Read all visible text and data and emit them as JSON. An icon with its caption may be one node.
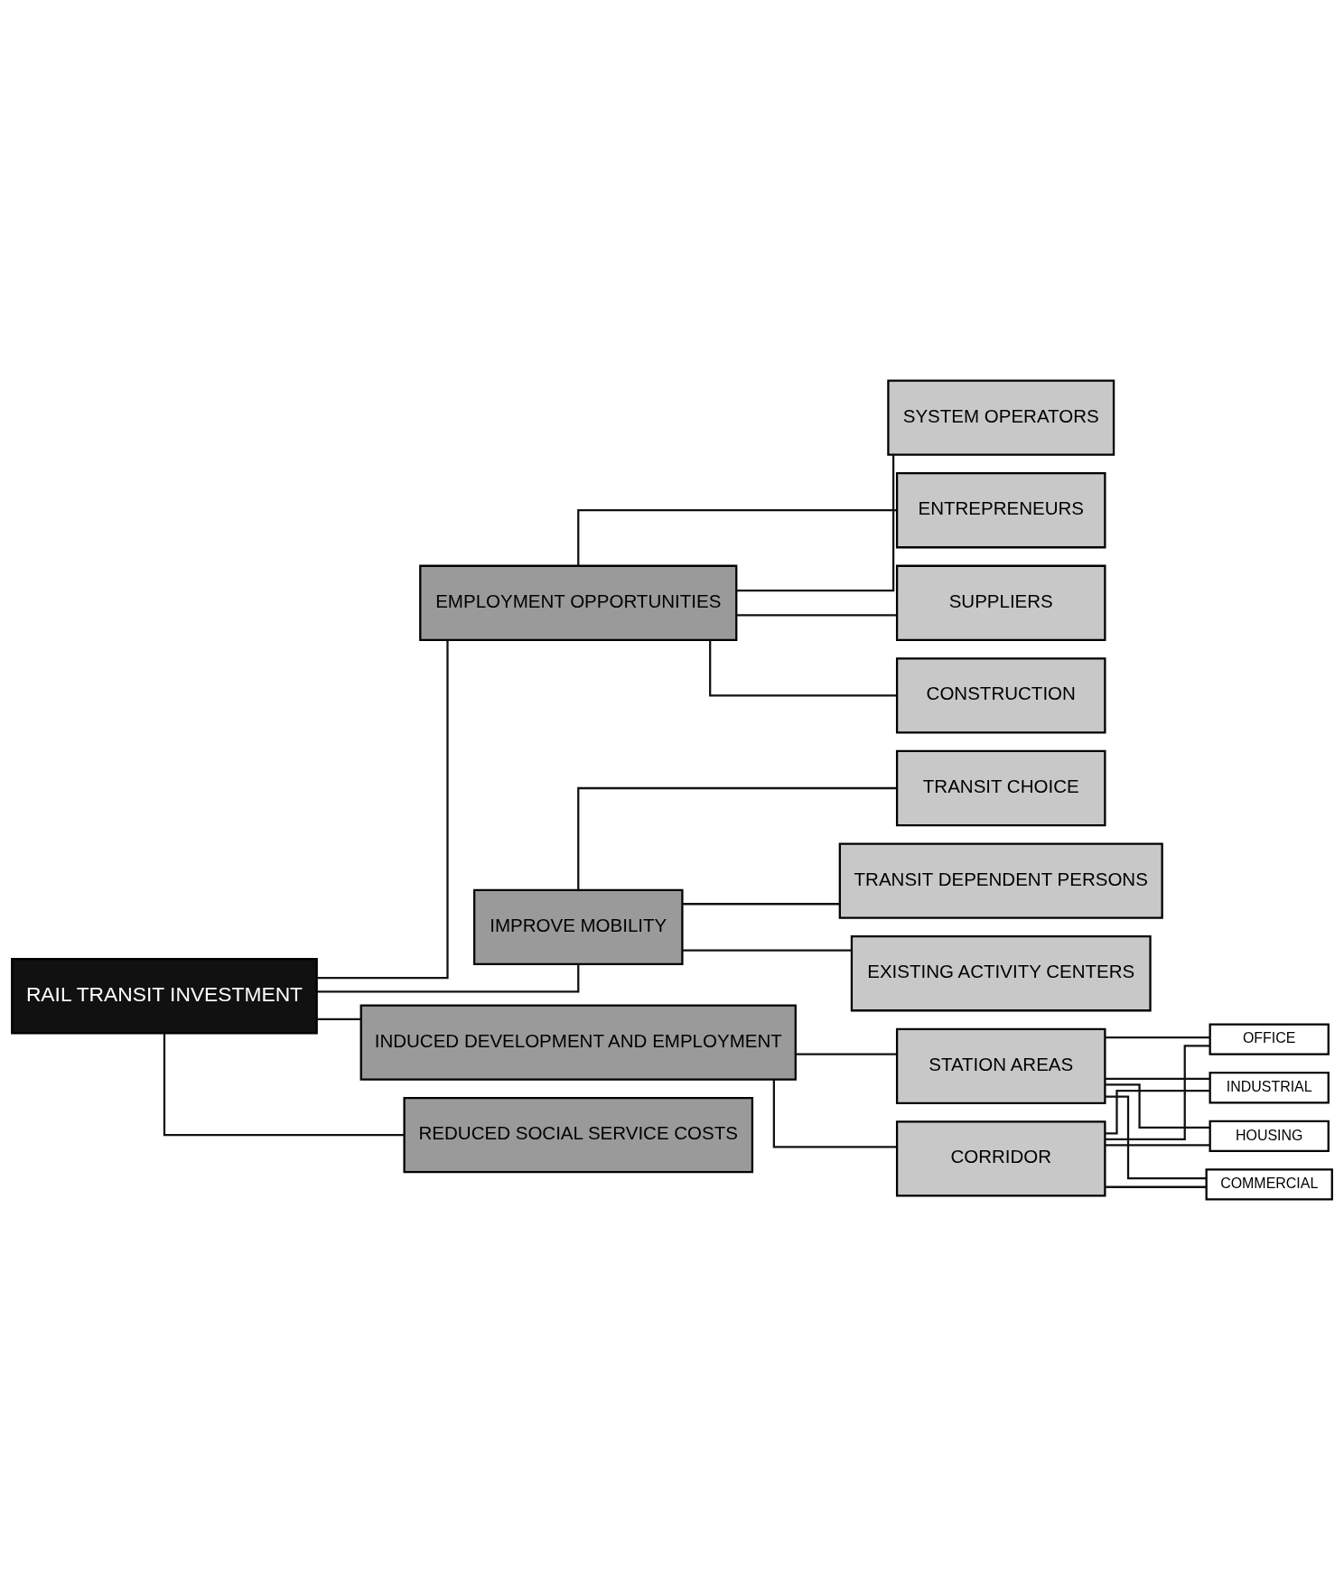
{
  "diagram": {
    "nodes": [
      {
        "text": [
          "RAIL TRANSIT INVESTMENT"
        ]
      },
      {
        "text": [
          "EMPLOYMENT OPPORTUNITIES"
        ]
      },
      {
        "text": [
          "CONSTRUCTION"
        ]
      },
      {
        "text": [
          "SYSTEM OPERATORS"
        ]
      },
      {
        "text": [
          "ENTREPRENEURS"
        ]
      },
      {
        "text": [
          "SUPPLIERS"
        ]
      },
      {
        "text": [
          "IMPROVE MOBILITY"
        ]
      },
      {
        "text": [
          "TRANSIT CHOICE"
        ]
      },
      {
        "text": [
          "TRANSIT DEPENDENT PERSONS"
        ]
      },
      {
        "text": [
          "EXISTING ACTIVITY CENTERS"
        ]
      },
      {
        "text": [
          "INDUCED DEVELOPMENT AND EMPLOYMENT"
        ]
      },
      {
        "text": [
          "STATION AREAS"
        ]
      },
      {
        "text": [
          "CORRIDOR"
        ]
      },
      {
        "text": [
          "HOUSING"
        ]
      },
      {
        "text": [
          "COMMERCIAL"
        ]
      },
      {
        "text": [
          "OFFICE"
        ]
      },
      {
        "text": [
          "INDUSTRIAL"
        ]
      },
      {
        "text": [
          "REDUCED SOCIAL SERVICE COSTS"
        ]
      }
    ],
    "edges": [
      {
        "from": 0,
        "to": 1,
        "arrow": "none"
      },
      {
        "from": 0,
        "to": 6,
        "arrow": "none"
      },
      {
        "from": 0,
        "to": 10,
        "arrow": "none"
      },
      {
        "from": 0,
        "to": 17,
        "arrow": "none"
      },
      {
        "from": 1,
        "to": 2,
        "arrow": "none"
      },
      {
        "from": 1,
        "to": 3,
        "arrow": "none"
      },
      {
        "from": 1,
        "to": 4,
        "arrow": "none"
      },
      {
        "from": 1,
        "to": 5,
        "arrow": "none"
      },
      {
        "from": 6,
        "to": 7,
        "arrow": "none"
      },
      {
        "from": 6,
        "to": 8,
        "arrow": "none"
      },
      {
        "from": 6,
        "to": 9,
        "arrow": "none"
      },
      {
        "from": 10,
        "to": 11,
        "arrow": "none"
      },
      {
        "from": 10,
        "to": 12,
        "arrow": "none"
      },
      {
        "from": 11,
        "to": 13,
        "arrow": "none"
      },
      {
        "from": 11,
        "to": 14,
        "arrow": "none"
      },
      {
        "from": 11,
        "to": 15,
        "arrow": "none"
      },
      {
        "from": 11,
        "to": 16,
        "arrow": "none"
      },
      {
        "from": 12,
        "to": 13,
        "arrow": "none"
      },
      {
        "from": 12,
        "to": 14,
        "arrow": "none"
      },
      {
        "from": 12,
        "to": 15,
        "arrow": "none"
      },
      {
        "from": 12,
        "to": 16,
        "arrow": "none"
      }
    ]
  }
}
